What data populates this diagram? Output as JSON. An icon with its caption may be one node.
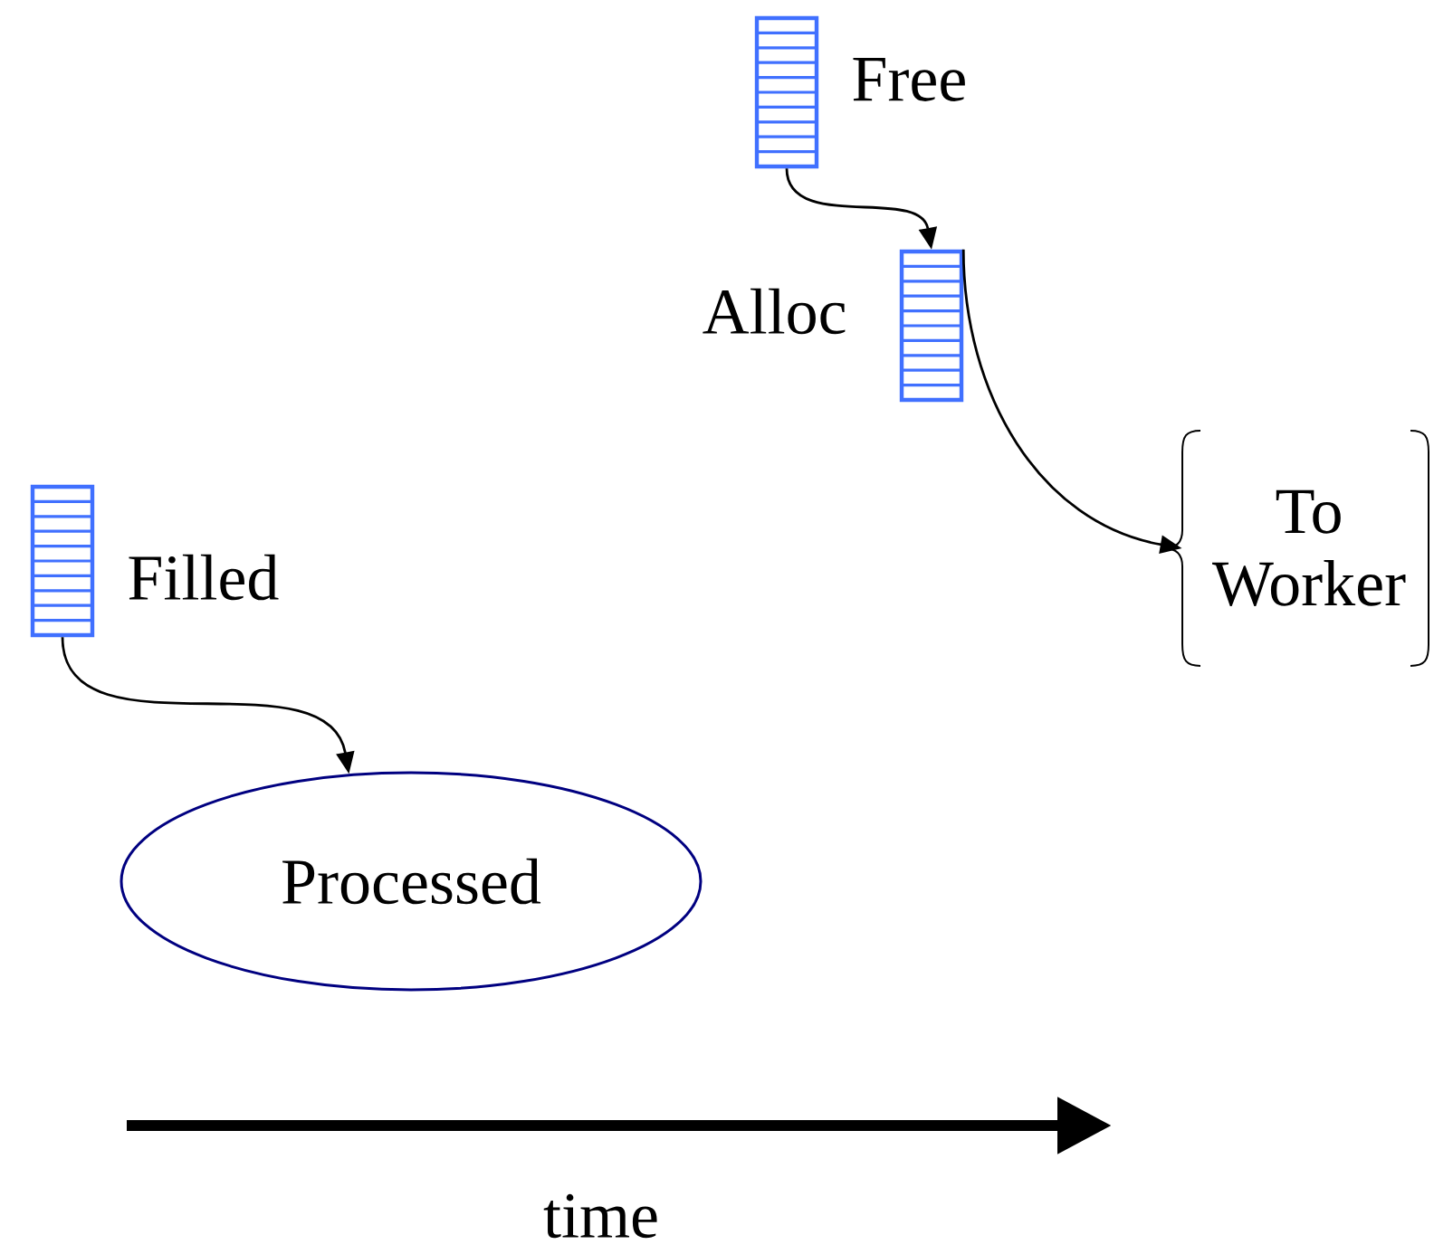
{
  "diagram": {
    "nodes": [
      {
        "text": [],
        "shape": "box",
        "beside": [
          "Free"
        ]
      },
      {
        "text": [],
        "shape": "box",
        "beside": [
          "Alloc"
        ]
      },
      {
        "text": [
          "To Worker"
        ]
      },
      {
        "text": [],
        "shape": "box",
        "beside": [
          "Filled"
        ]
      },
      {
        "text": [
          "Processed"
        ]
      }
    ],
    "edges": [
      {
        "from": 0,
        "to": 1,
        "arrow": "to"
      },
      {
        "from": 1,
        "to": 2,
        "arrow": "to"
      },
      {
        "from": 3,
        "to": 4,
        "arrow": "to"
      }
    ],
    "labels": [
      "time"
    ]
  }
}
